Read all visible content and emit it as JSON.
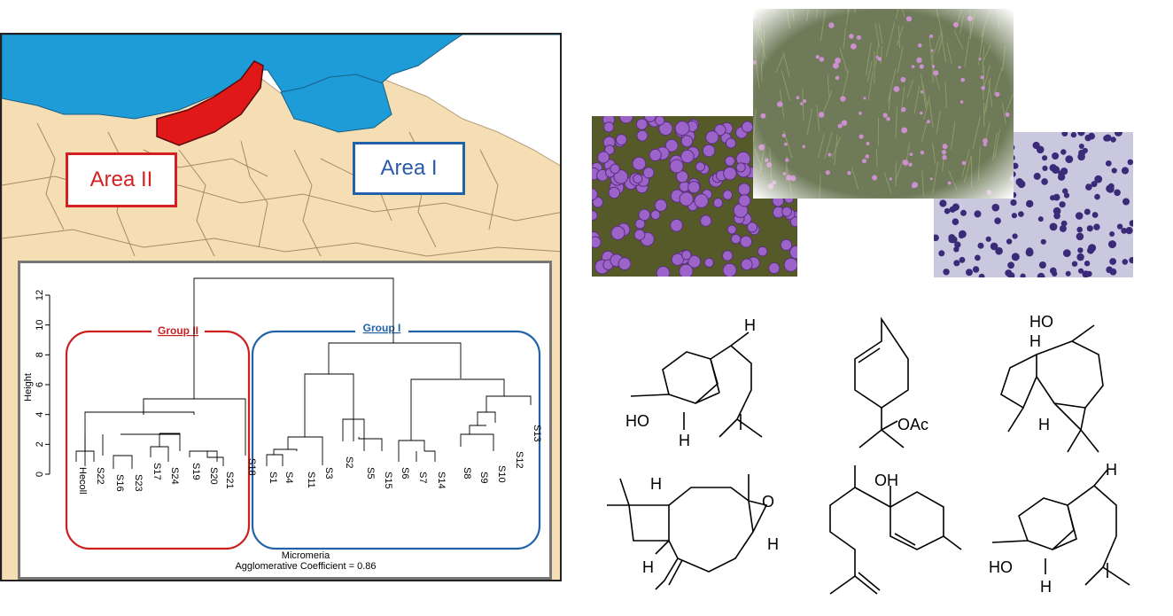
{
  "map": {
    "area_i_label": "Area I",
    "area_ii_label": "Area II",
    "colors": {
      "sea": "#1e9cd7",
      "land": "#f5deb3",
      "area_ii": "#e01818",
      "area_i_box": "#2262a8",
      "area_ii_box": "#d42020"
    }
  },
  "dendrogram": {
    "y_ticks": [
      "0",
      "2",
      "4",
      "6",
      "8",
      "10",
      "12"
    ],
    "ylabel": "Height",
    "group_i_label": "Group I",
    "group_ii_label": "Group II",
    "xlabel": "Micromeria",
    "coefficient_label": "Agglomerative Coefficient =  0.86",
    "leaves": [
      "Hecoll",
      "S22",
      "S16",
      "S23",
      "S17",
      "S24",
      "S19",
      "S20",
      "S21",
      "S18",
      "S1",
      "S4",
      "S11",
      "S3",
      "S2",
      "S5",
      "S15",
      "S6",
      "S7",
      "S14",
      "S8",
      "S9",
      "S10",
      "S12",
      "S13"
    ]
  },
  "photos": {
    "left_icon": "bacteria-cocci-purple-photo",
    "center_icon": "micromeria-plant-photo",
    "right_icon": "bacteria-cocci-stained-photo"
  },
  "molecules": {
    "m1": {
      "h_top": "H",
      "ho": "HO",
      "h_bottom": "H"
    },
    "m2": {
      "oac": "OAc"
    },
    "m3": {
      "ho": "HO",
      "h_top": "H",
      "h_bottom": "H"
    },
    "m4": {
      "h_top": "H",
      "o": "O",
      "h_right": "H",
      "h_bottom": "H"
    },
    "m5": {
      "oh": "OH"
    },
    "m6": {
      "h_top": "H",
      "ho": "HO",
      "h_bottom": "H"
    }
  }
}
